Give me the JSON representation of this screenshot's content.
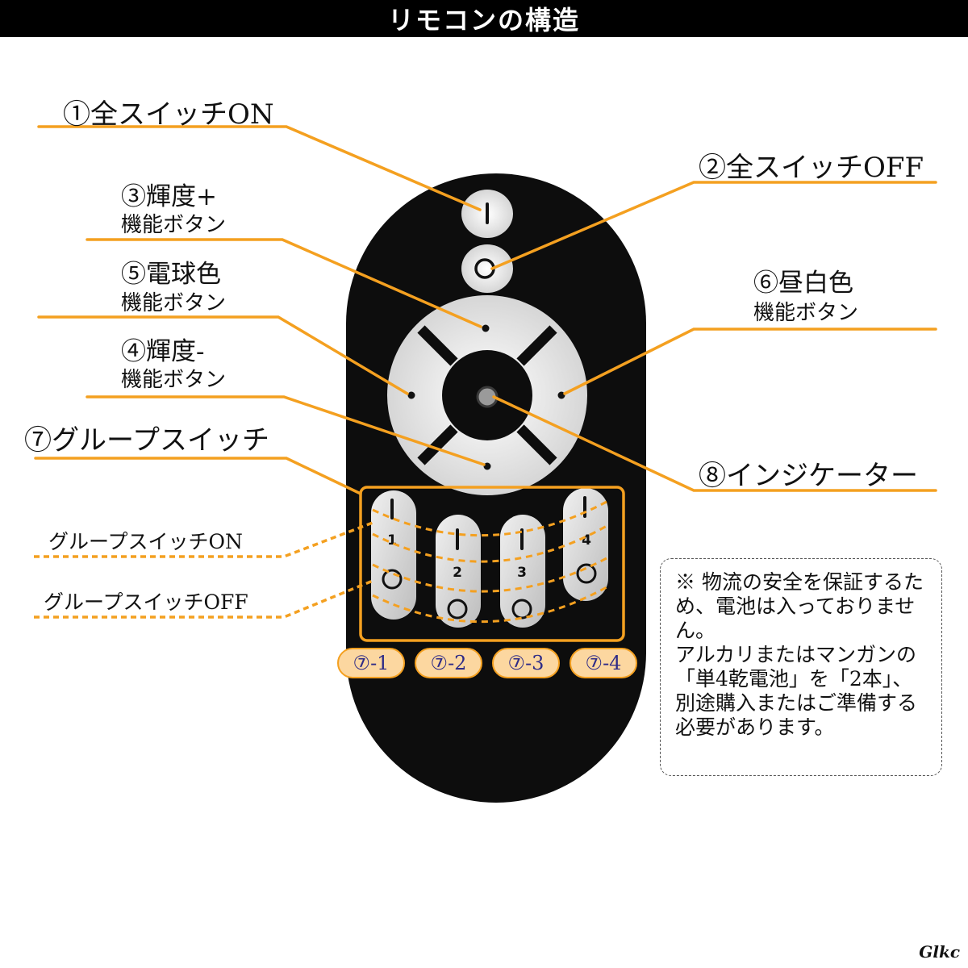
{
  "header": {
    "title": "リモコンの構造"
  },
  "labels": {
    "all_on": "①全スイッチON",
    "all_off": "②全スイッチOFF",
    "bright_up": "③輝度+",
    "bright_up_sub": "機能ボタン",
    "warm": "⑤電球色",
    "warm_sub": "機能ボタン",
    "daylight": "⑥昼白色",
    "daylight_sub": "機能ボタン",
    "bright_down": "④輝度-",
    "bright_down_sub": "機能ボタン",
    "group": "⑦グループスイッチ",
    "indicator": "⑧インジケーター",
    "group_on": "グループスイッチON",
    "group_off": "グループスイッチOFF"
  },
  "group_tags": [
    "⑦-1",
    "⑦-2",
    "⑦-3",
    "⑦-4"
  ],
  "group_numbers": [
    "1",
    "2",
    "3",
    "4"
  ],
  "note": {
    "lines": [
      "※ 物流の安全を保証するため、電池は入っておりません。",
      "アルカリまたはマンガンの「単4乾電池」を「2本」、別途購入またはご準備する必要があります。"
    ]
  },
  "watermark": "Glkc",
  "colors": {
    "accent": "#f4a020",
    "remote": "#0d0d0d",
    "button": "#ececec",
    "tag_text": "#2e2b87"
  }
}
